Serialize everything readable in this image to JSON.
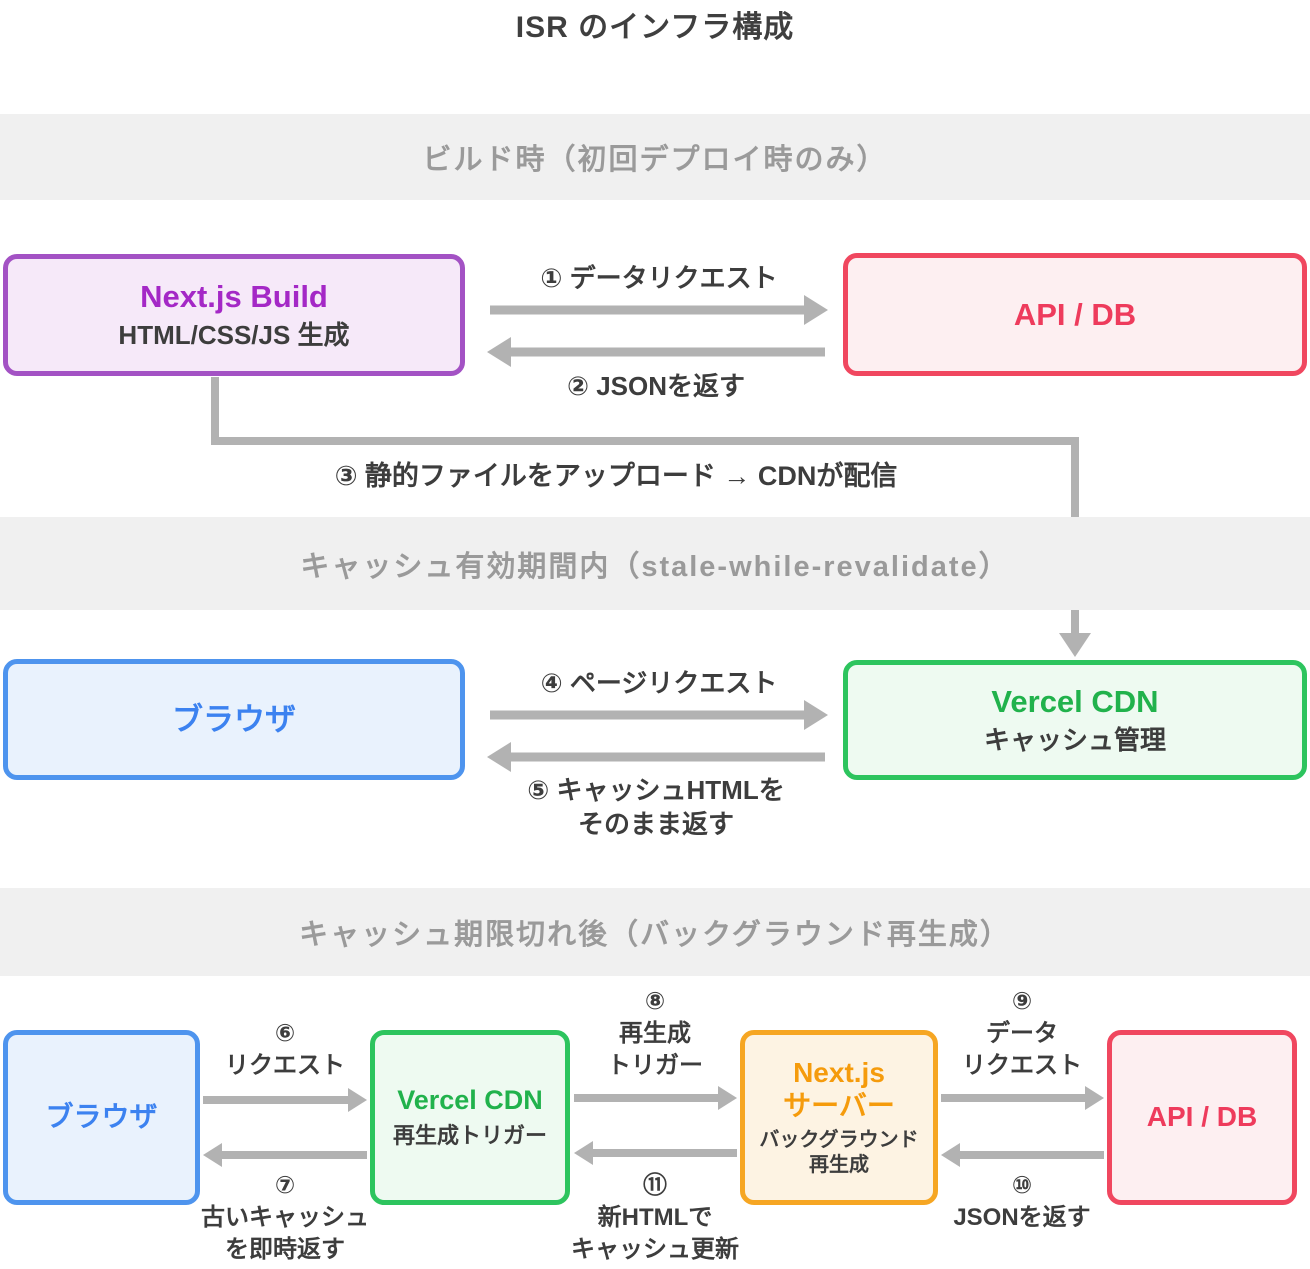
{
  "title": "ISR のインフラ構成",
  "colors": {
    "band-bg": "#f0f0f0",
    "band-text": "#9a9a9a",
    "arrow": "#b2b2b2",
    "text-dark": "#3d3d3d",
    "purple-border": "#a352c4",
    "purple-bg": "#f6e9f9",
    "purple-text": "#a428c6",
    "red-border": "#f0475f",
    "red-bg": "#fdeff1",
    "red-text": "#ee3b5c",
    "blue-border": "#4e94ee",
    "blue-bg": "#e9f2fd",
    "blue-text": "#3c82f0",
    "green-border": "#2dc45e",
    "green-bg": "#eefaf1",
    "green-text": "#21b24c",
    "orange-border": "#f6a623",
    "orange-bg": "#fdf3e3",
    "orange-text": "#f59b0c"
  },
  "sections": [
    {
      "band": "ビルド時（初回デプロイ時のみ）"
    },
    {
      "band": "キャッシュ有効期間内（stale-while-revalidate）"
    },
    {
      "band": "キャッシュ期限切れ後（バックグラウンド再生成）"
    }
  ],
  "build_flow": {
    "nextjs_build": {
      "title": "Next.js Build",
      "subtitle": "HTML/CSS/JS 生成"
    },
    "api_db": {
      "title": "API / DB"
    },
    "arrow1": "① データリクエスト",
    "arrow2": "② JSONを返す",
    "upload": "③ 静的ファイルをアップロード → CDNが配信"
  },
  "cache_flow": {
    "browser": {
      "title": "ブラウザ"
    },
    "vercel_cdn": {
      "title": "Vercel CDN",
      "subtitle": "キャッシュ管理"
    },
    "arrow4": "④ ページリクエスト",
    "arrow5": "⑤ キャッシュHTMLを\nそのまま返す"
  },
  "regen_flow": {
    "browser": {
      "title": "ブラウザ"
    },
    "vercel_cdn": {
      "title": "Vercel CDN",
      "subtitle": "再生成トリガー"
    },
    "nextjs_server": {
      "title": "Next.js\nサーバー",
      "subtitle": "バックグラウンド\n再生成"
    },
    "api_db": {
      "title": "API / DB"
    },
    "arrow6": "⑥\nリクエスト",
    "arrow7": "⑦\n古いキャッシュ\nを即時返す",
    "arrow8": "⑧\n再生成\nトリガー",
    "arrow11": "⑪\n新HTMLで\nキャッシュ更新",
    "arrow9": "⑨\nデータ\nリクエスト",
    "arrow10": "⑩\nJSONを返す"
  }
}
